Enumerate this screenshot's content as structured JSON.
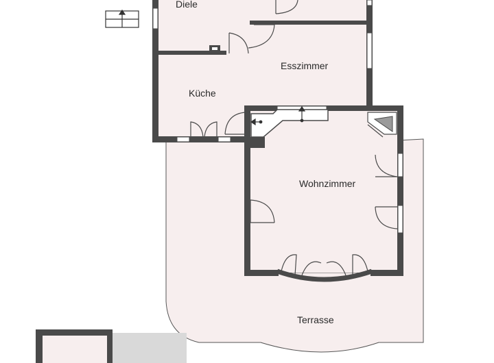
{
  "plan": {
    "rooms": {
      "diele": "Diele",
      "esszimmer": "Esszimmer",
      "kueche": "Küche",
      "wohnzimmer": "Wohnzimmer",
      "terrasse": "Terrasse"
    },
    "colors": {
      "wall": "#4a4a4a",
      "floor": "#f7eeee",
      "background": "#ffffff",
      "annex": "#d9d9d9"
    },
    "icons": [
      "north-arrow-icon",
      "fireplace-icon",
      "stair-icon"
    ]
  }
}
